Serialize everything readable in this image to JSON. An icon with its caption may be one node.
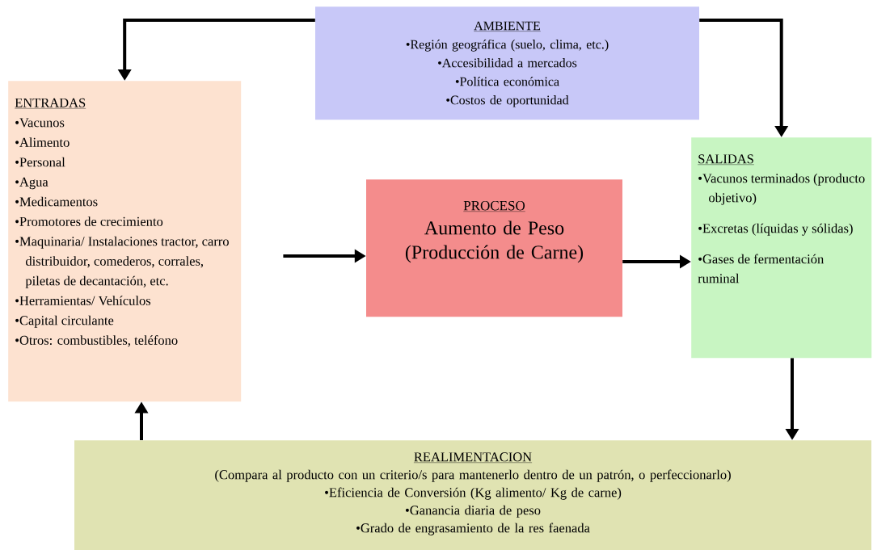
{
  "diagram": {
    "nodes": [
      {
        "text": [
          "AMBIENTE",
          "•Región geográfica (suelo, clima, etc.)",
          "•Accesibilidad a mercados",
          "•Política económica",
          "•Costos de oportunidad"
        ]
      },
      {
        "text": [
          "ENTRADAS",
          "•Vacunos",
          "•Alimento",
          "•Personal",
          "•Agua",
          "•Medicamentos",
          "•Promotores de crecimiento",
          "•Maquinaria/ Instalaciones tractor, carro distribuidor, comederos, corrales, piletas de decantación, etc.",
          "•Herramientas/ Vehículos",
          "•Capital circulante",
          "•Otros: combustibles, teléfono"
        ]
      },
      {
        "text": [
          "PROCESO",
          "Aumento de Peso (Producción de Carne)"
        ]
      },
      {
        "text": [
          "SALIDAS",
          "•Vacunos terminados (producto objetivo)",
          "•Excretas (líquidas y sólidas)",
          "•Gases de fermentación ruminal"
        ]
      },
      {
        "text": [
          "REALIMENTACION",
          "(Compara al producto con un criterio/s para mantenerlo dentro de un patrón, o perfeccionarlo)",
          "•Eficiencia de Conversión (Kg alimento/ Kg de carne)",
          "•Ganancia diaria de peso",
          "•Grado de engrasamiento de la res faenada"
        ]
      }
    ],
    "edges": [
      {
        "from": 0,
        "to": 1,
        "arrow": "to"
      },
      {
        "from": 0,
        "to": 3,
        "arrow": "to"
      },
      {
        "from": 1,
        "to": 2,
        "arrow": "to"
      },
      {
        "from": 2,
        "to": 3,
        "arrow": "to"
      },
      {
        "from": 3,
        "to": 4,
        "arrow": "to"
      },
      {
        "from": 4,
        "to": 1,
        "arrow": "to"
      }
    ]
  }
}
